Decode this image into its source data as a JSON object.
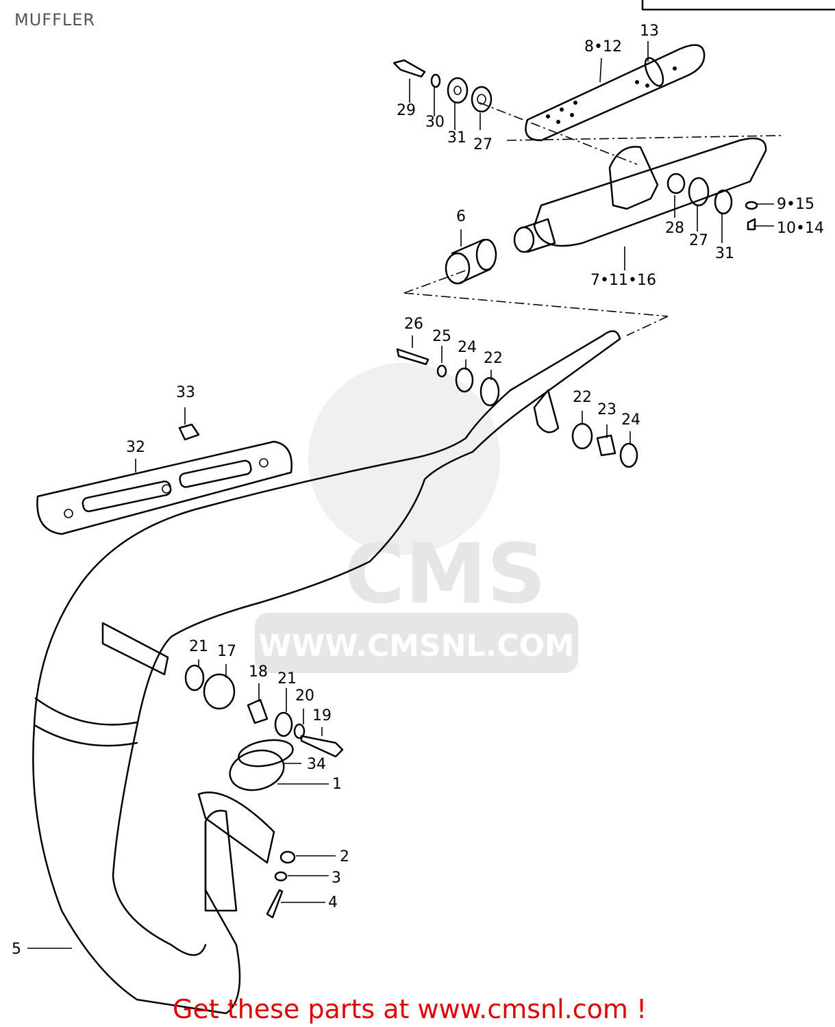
{
  "title": "MUFFLER",
  "footer": "Get these parts at www.cmsnl.com !",
  "watermark": {
    "brand": "CMS",
    "url": "WWW.CMSNL.COM"
  },
  "colors": {
    "footer_text": "#e00000",
    "title_text": "#555555",
    "watermark": "#e6e6e6"
  },
  "callouts": [
    "13",
    "8•12",
    "29",
    "30",
    "31",
    "27",
    "6",
    "28",
    "27",
    "31",
    "9•15",
    "10•14",
    "7•11•16",
    "26",
    "25",
    "24",
    "22",
    "22",
    "23",
    "24",
    "33",
    "32",
    "21",
    "17",
    "18",
    "21",
    "20",
    "19",
    "34",
    "1",
    "2",
    "3",
    "4",
    "5"
  ]
}
